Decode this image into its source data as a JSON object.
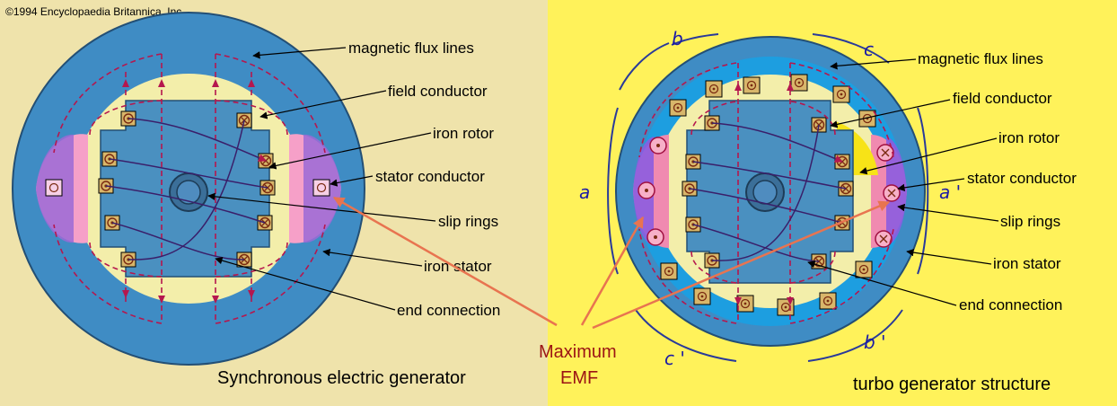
{
  "copyright": "©1994 Encyclopaedia Britannica, Inc.",
  "left_labels": [
    "magnetic flux lines",
    "field conductor",
    "iron rotor",
    "stator conductor",
    "slip rings",
    "iron stator",
    "end connection"
  ],
  "right_labels": [
    "magnetic flux lines",
    "field conductor",
    "iron rotor",
    "stator conductor",
    "slip rings",
    "iron stator",
    "end connection"
  ],
  "left_caption": "Synchronous electric generator",
  "right_caption": "turbo generator structure",
  "emf_line1": "Maximum",
  "emf_line2": "EMF",
  "phases": {
    "a": "a",
    "a_prime": "a '",
    "b": "b",
    "b_prime": "b '",
    "c": "c",
    "c_prime": "c '"
  },
  "colors": {
    "left_bg": "#efe3ab",
    "right_bg": "#fff25a",
    "stator": "#3f8cc4",
    "rotor": "#4a90c0",
    "gap": "#f3eeaa",
    "flux": "#b5174e",
    "emf": "#e87450",
    "bracket": "#2a3a9a"
  }
}
